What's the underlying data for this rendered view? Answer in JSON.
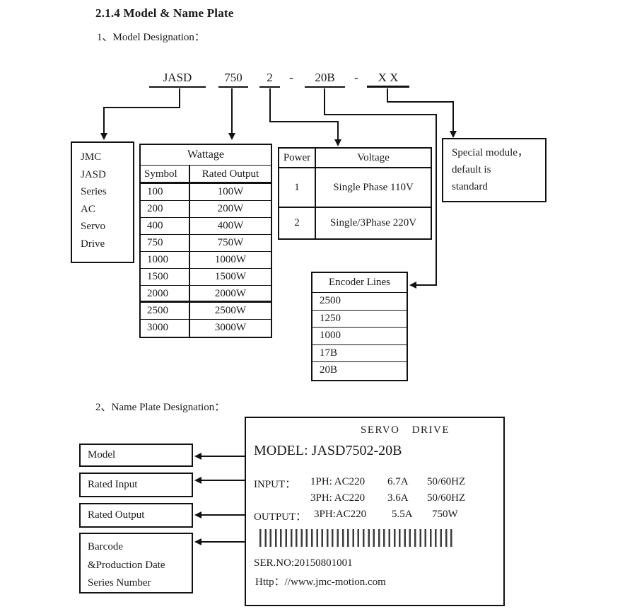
{
  "page": {
    "heading": "2.1.4 Model & Name Plate",
    "section1": "1、Model Designation：",
    "section2": "2、Name Plate Designation："
  },
  "model_code": {
    "s1": "JASD",
    "s2": "750",
    "s3": "2",
    "d1": "-",
    "s4": "20B",
    "d2": "-",
    "s5": "X X"
  },
  "left_box": {
    "lines": [
      "JMC",
      "JASD",
      "Series",
      "AC",
      "Servo",
      "Drive"
    ]
  },
  "wattage_table": {
    "title": "Wattage",
    "columns": [
      "Symbol",
      "Rated Output"
    ],
    "rows": [
      [
        "100",
        "100W"
      ],
      [
        "200",
        "200W"
      ],
      [
        "400",
        "400W"
      ],
      [
        "750",
        "750W"
      ],
      [
        "1000",
        "1000W"
      ],
      [
        "1500",
        "1500W"
      ],
      [
        "2000",
        "2000W"
      ],
      [
        "2500",
        "2500W"
      ],
      [
        "3000",
        "3000W"
      ]
    ]
  },
  "power_table": {
    "columns": [
      "Power",
      "Voltage"
    ],
    "rows": [
      [
        "1",
        "Single Phase 110V"
      ],
      [
        "2",
        "Single/3Phase 220V"
      ]
    ]
  },
  "encoder_box": {
    "title": "Encoder Lines",
    "rows": [
      "2500",
      "1250",
      "1000",
      "17B",
      "20B"
    ]
  },
  "special_box": {
    "lines": [
      "Special module，",
      "default is",
      "standard"
    ]
  },
  "nameplate": {
    "title": "SERVO DRIVE",
    "model_line": "MODEL: JASD7502-20B",
    "input_label": "INPUT：",
    "input_row1": [
      "1PH: AC220",
      "6.7A",
      "50/60HZ"
    ],
    "input_row2": [
      "3PH: AC220",
      "3.6A",
      "50/60HZ"
    ],
    "output_label": "OUTPUT：",
    "output_row": [
      "3PH:AC220",
      "5.5A",
      "750W"
    ],
    "serial": "SER.NO:20150801001",
    "website": "Http：//www.jmc-motion.com"
  },
  "labels": [
    {
      "lines": [
        "Model"
      ]
    },
    {
      "lines": [
        "Rated Input"
      ]
    },
    {
      "lines": [
        "Rated Output"
      ]
    },
    {
      "lines": [
        "Barcode",
        "&Production Date",
        "Series Number"
      ]
    }
  ]
}
